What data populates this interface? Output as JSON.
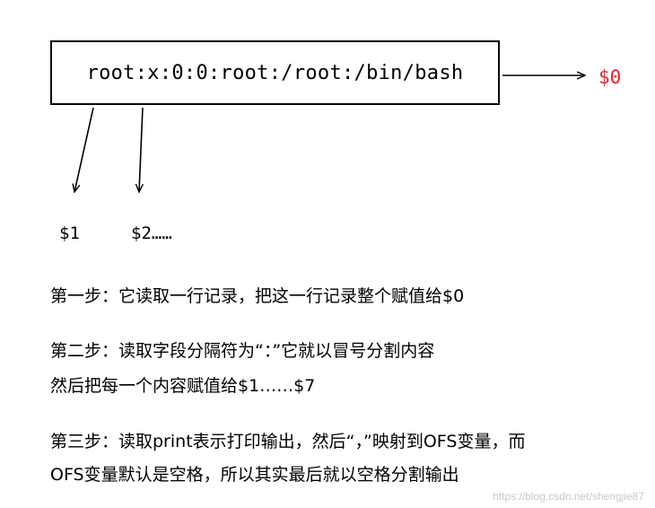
{
  "diagram": {
    "record": "root:x:0:0:root:/root:/bin/bash",
    "whole_record_label": "$0",
    "field_labels": [
      "$1",
      "$2……"
    ],
    "colors": {
      "whole_record_label": "#e8232a",
      "lines": "#000000"
    }
  },
  "steps": {
    "step1": "第一步：它读取一行记录，把这一行记录整个赋值给$0",
    "step2_line1": "第二步：读取字段分隔符为“：”它就以冒号分割内容",
    "step2_line2": "然后把每一个内容赋值给$1……$7",
    "step3_line1": "第三步：读取print表示打印输出，然后“，”映射到OFS变量，而",
    "step3_line2": "OFS变量默认是空格，所以其实最后就以空格分割输出"
  },
  "watermark": "https://blog.csdn.net/shengjie87"
}
